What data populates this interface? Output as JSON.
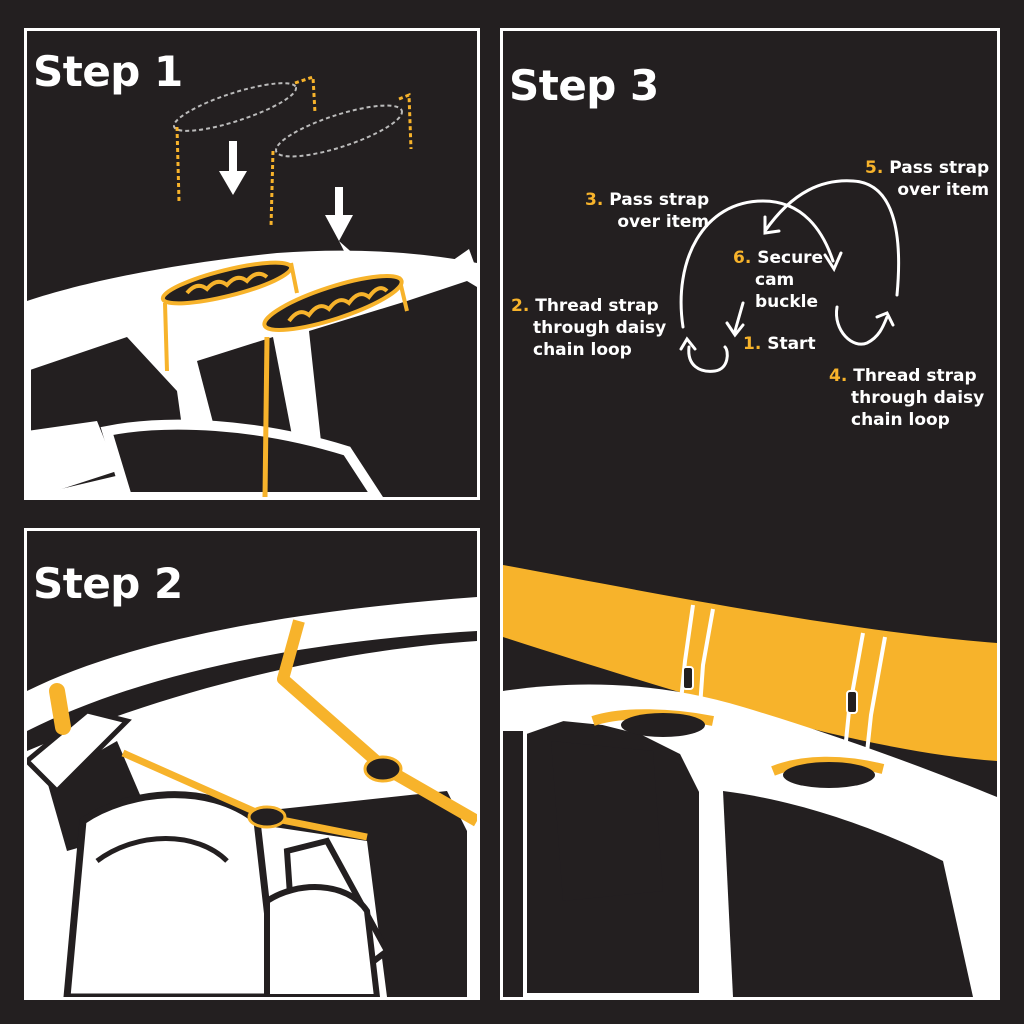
{
  "colors": {
    "background": "#231f20",
    "accent": "#f7b32b",
    "line": "#ffffff"
  },
  "panels": {
    "step1": {
      "title": "Step 1"
    },
    "step2": {
      "title": "Step 2"
    },
    "step3": {
      "title": "Step 3",
      "labels": {
        "pass1": {
          "num": "3.",
          "line1": "Pass strap",
          "line2": "over item"
        },
        "pass2": {
          "num": "5.",
          "line1": "Pass strap",
          "line2": "over item"
        },
        "secure": {
          "num": "6.",
          "line1": "Secure",
          "line2": "cam",
          "line3": "buckle"
        },
        "start": {
          "num": "1.",
          "line1": "Start"
        },
        "thread1": {
          "num": "2.",
          "line1": "Thread strap",
          "line2": "through daisy",
          "line3": "chain loop"
        },
        "thread2": {
          "num": "4.",
          "line1": "Thread strap",
          "line2": "through daisy",
          "line3": "chain loop"
        }
      }
    }
  }
}
